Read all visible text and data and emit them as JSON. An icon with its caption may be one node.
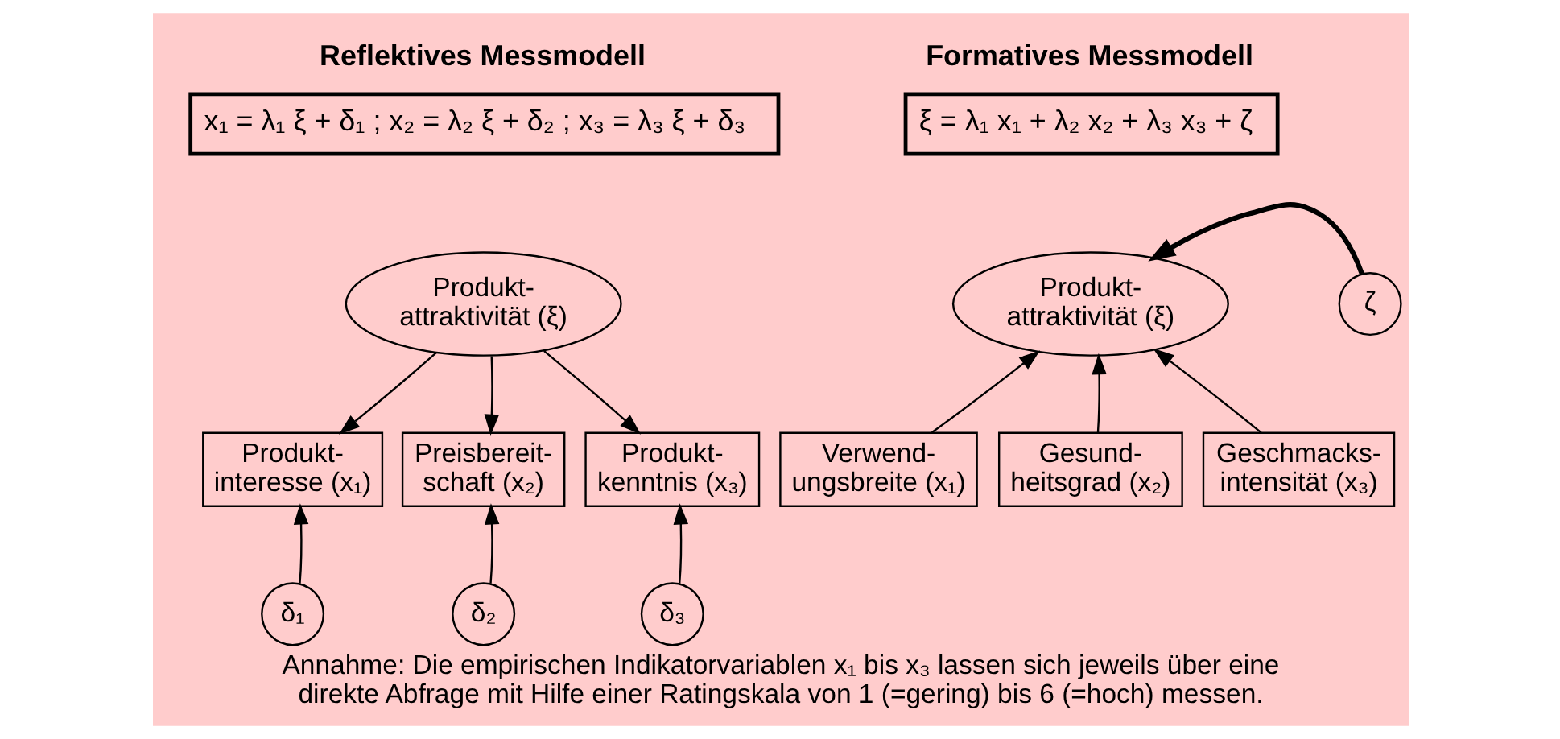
{
  "diagram": {
    "caption": "Annahme: Die empirischen Indikatorvariablen x₁ bis x₃ lassen sich jeweils über eine direkte Abfrage mit Hilfe einer Ratingskala von 1 (=gering) bis 6 (=hoch) messen.",
    "nodes": [
      {
        "text": [
          "Reflektives Messmodell",
          "x₁ = λ₁ ξ + δ₁ ; x₂ = λ₂ ξ + δ₂ ; x₃ = λ₃ ξ + δ₃"
        ]
      },
      {
        "text": [
          "Produkt- attraktivität (ξ)"
        ]
      },
      {
        "text": [
          "Produkt- interesse (x₁)"
        ]
      },
      {
        "text": [
          "Preisbereit- schaft (x₂)"
        ]
      },
      {
        "text": [
          "Produkt- kenntnis (x₃)"
        ]
      },
      {
        "text": [
          "δ₁"
        ]
      },
      {
        "text": [
          "δ₂"
        ]
      },
      {
        "text": [
          "δ₃"
        ]
      },
      {
        "text": [
          "Formatives Messmodell",
          "ξ = λ₁ x₁ + λ₂ x₂ + λ₃ x₃ + ζ"
        ]
      },
      {
        "text": [
          "Produkt- attraktivität (ξ)"
        ]
      },
      {
        "text": [
          "ζ"
        ]
      },
      {
        "text": [
          "Verwend- ungsbreite (x₁)"
        ]
      },
      {
        "text": [
          "Gesund- heitsgrad (x₂)"
        ]
      },
      {
        "text": [
          "Geschmacks- intensität (x₃)"
        ]
      }
    ],
    "edges": [
      {
        "from": 1,
        "to": 2,
        "arrow": "to"
      },
      {
        "from": 1,
        "to": 3,
        "arrow": "to"
      },
      {
        "from": 1,
        "to": 4,
        "arrow": "to"
      },
      {
        "from": 5,
        "to": 2,
        "arrow": "to"
      },
      {
        "from": 6,
        "to": 3,
        "arrow": "to"
      },
      {
        "from": 7,
        "to": 4,
        "arrow": "to"
      },
      {
        "from": 10,
        "to": 9,
        "arrow": "to",
        "style": "thick"
      },
      {
        "from": 11,
        "to": 9,
        "arrow": "to"
      },
      {
        "from": 12,
        "to": 9,
        "arrow": "to"
      },
      {
        "from": 13,
        "to": 9,
        "arrow": "to"
      }
    ]
  }
}
